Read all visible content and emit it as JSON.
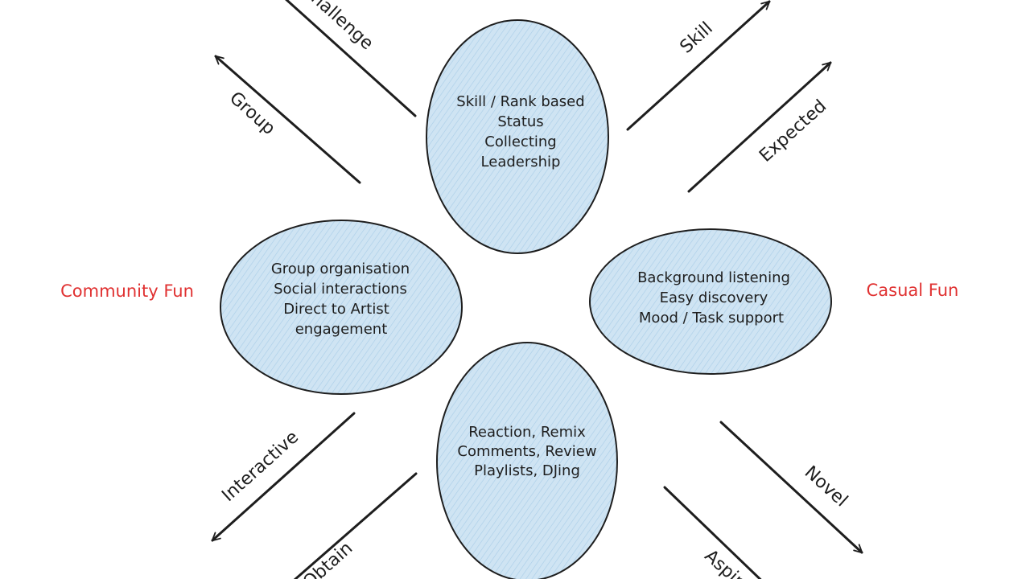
{
  "colors": {
    "blob_fill": "#cfe4f3",
    "hatch": "#9fc7e6",
    "stroke": "#1e1e1e",
    "side_label": "#e03131"
  },
  "side_labels": {
    "left": "Community Fun",
    "right": "Casual Fun"
  },
  "nodes": {
    "top": [
      "Skill / Rank based",
      "Status",
      "Collecting",
      "Leadership"
    ],
    "left": [
      "Group organisation",
      "Social interactions",
      "Direct to Artist",
      "engagement"
    ],
    "right": [
      "Background listening",
      "Easy discovery",
      "Mood / Task support"
    ],
    "bottom": [
      "Reaction, Remix",
      "Comments, Review",
      "Playlists, DJing"
    ]
  },
  "arrows": {
    "challenge": "Challenge",
    "group": "Group",
    "skill": "Skill",
    "expected": "Expected",
    "interactive": "Interactive",
    "obtain": "Obtain",
    "novel": "Novel",
    "aspire": "Aspire"
  }
}
